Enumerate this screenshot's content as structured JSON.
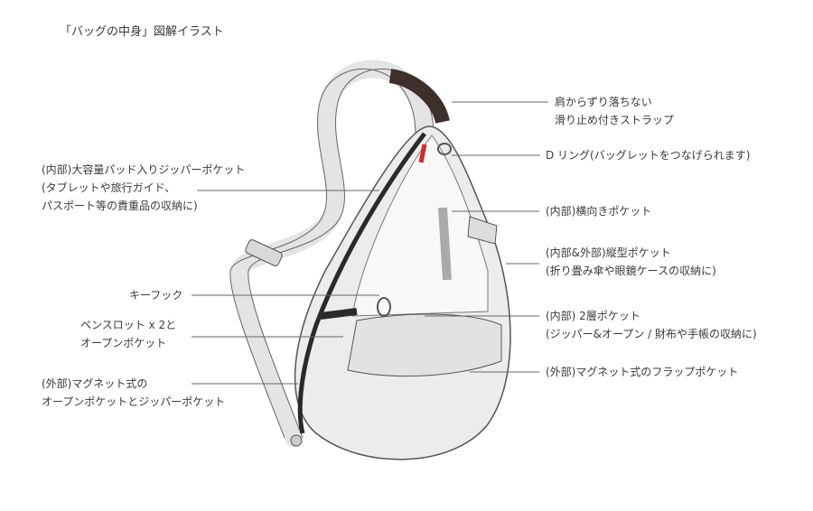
{
  "title": "「バッグの中身」図解イラスト",
  "labels_left": {
    "main_pocket": [
      "(内部)大容量パッド入りジッパーポケット",
      "(タブレットや旅行ガイド、",
      "パスポート等の貴重品の収納に)"
    ],
    "key_hook": "キーフック",
    "pen_slot": [
      "ペンスロット x 2と",
      "オープンポケット"
    ],
    "outer_magnet": [
      "(外部)マグネット式の",
      "オープンポケットとジッパーポケット"
    ]
  },
  "labels_right": {
    "strap": [
      "肩からずり落ちない",
      "滑り止め付きストラップ"
    ],
    "d_ring": "D リング(バッグレットをつなげられます)",
    "horizontal_pocket": "(内部)横向きポケット",
    "vertical_pocket": [
      "(内部&外部)縦型ポケット",
      "(折り畳み傘や眼鏡ケースの収納に)"
    ],
    "two_layer_pocket": [
      "(内部) 2層ポケット",
      "(ジッパー&オープン / 財布や手帳の収納に)"
    ],
    "flap_pocket": "(外部)マグネット式のフラップポケット"
  },
  "colors": {
    "bag": "#e6e6e6",
    "outline": "#555555",
    "strap_pad": "#3d2f2c",
    "zipper_accent": "#d42a2a",
    "leader": "#666666"
  }
}
